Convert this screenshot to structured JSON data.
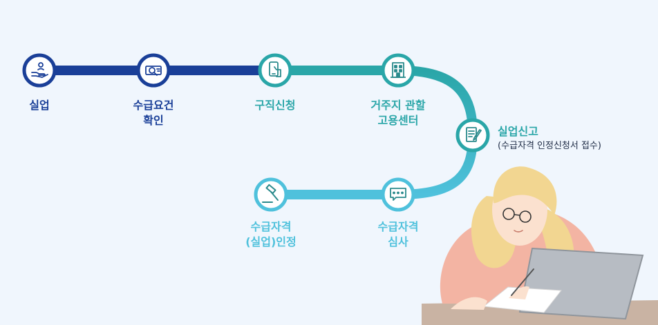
{
  "colors": {
    "background": "#f0f6fd",
    "navy": "#1a3f98",
    "teal": "#2aa6a8",
    "light_blue": "#4fc1dc"
  },
  "steps": [
    {
      "label_lines": [
        "실업"
      ],
      "icon": "hand-person-icon"
    },
    {
      "label_lines": [
        "수급요건",
        "확인"
      ],
      "icon": "magnifier-document-icon"
    },
    {
      "label_lines": [
        "구직신청"
      ],
      "icon": "phone-hand-icon"
    },
    {
      "label_lines": [
        "거주지 관할",
        "고용센터"
      ],
      "icon": "building-icon"
    },
    {
      "label_lines": [
        "실업신고",
        "(수급자격 인정신청서 접수)"
      ],
      "icon": "form-pen-icon"
    },
    {
      "label_lines": [
        "수급자격",
        "심사"
      ],
      "icon": "chat-bubble-icon"
    },
    {
      "label_lines": [
        "수급자격",
        "(실업)인정"
      ],
      "icon": "gavel-icon"
    }
  ]
}
